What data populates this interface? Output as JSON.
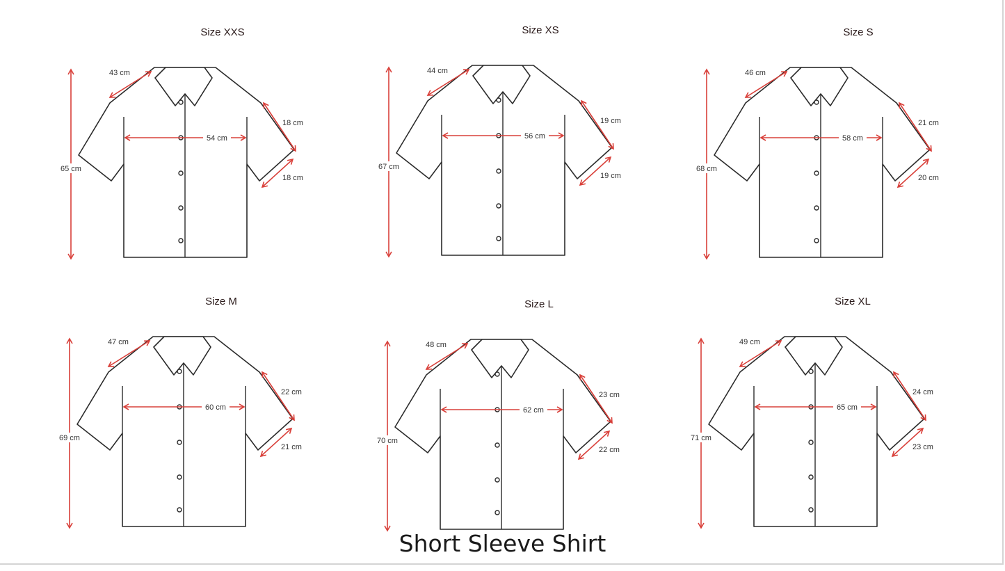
{
  "footer_title": "Short Sleeve Shirt",
  "colors": {
    "outline": "#2b2b2b",
    "measure": "#d9403a"
  },
  "sizes": [
    {
      "title": "Size XXS",
      "length": "65 cm",
      "shoulder": "43 cm",
      "chest": "54 cm",
      "sleeve_top": "18 cm",
      "sleeve_cuff": "18 cm"
    },
    {
      "title": "Size XS",
      "length": "67 cm",
      "shoulder": "44 cm",
      "chest": "56 cm",
      "sleeve_top": "19 cm",
      "sleeve_cuff": "19 cm"
    },
    {
      "title": "Size S",
      "length": "68 cm",
      "shoulder": "46 cm",
      "chest": "58 cm",
      "sleeve_top": "21 cm",
      "sleeve_cuff": "20 cm"
    },
    {
      "title": "Size M",
      "length": "69 cm",
      "shoulder": "47 cm",
      "chest": "60 cm",
      "sleeve_top": "22 cm",
      "sleeve_cuff": "21 cm"
    },
    {
      "title": "Size L",
      "length": "70 cm",
      "shoulder": "48 cm",
      "chest": "62 cm",
      "sleeve_top": "23 cm",
      "sleeve_cuff": "22 cm"
    },
    {
      "title": "Size XL",
      "length": "71 cm",
      "shoulder": "49 cm",
      "chest": "65 cm",
      "sleeve_top": "24 cm",
      "sleeve_cuff": "23 cm"
    }
  ]
}
